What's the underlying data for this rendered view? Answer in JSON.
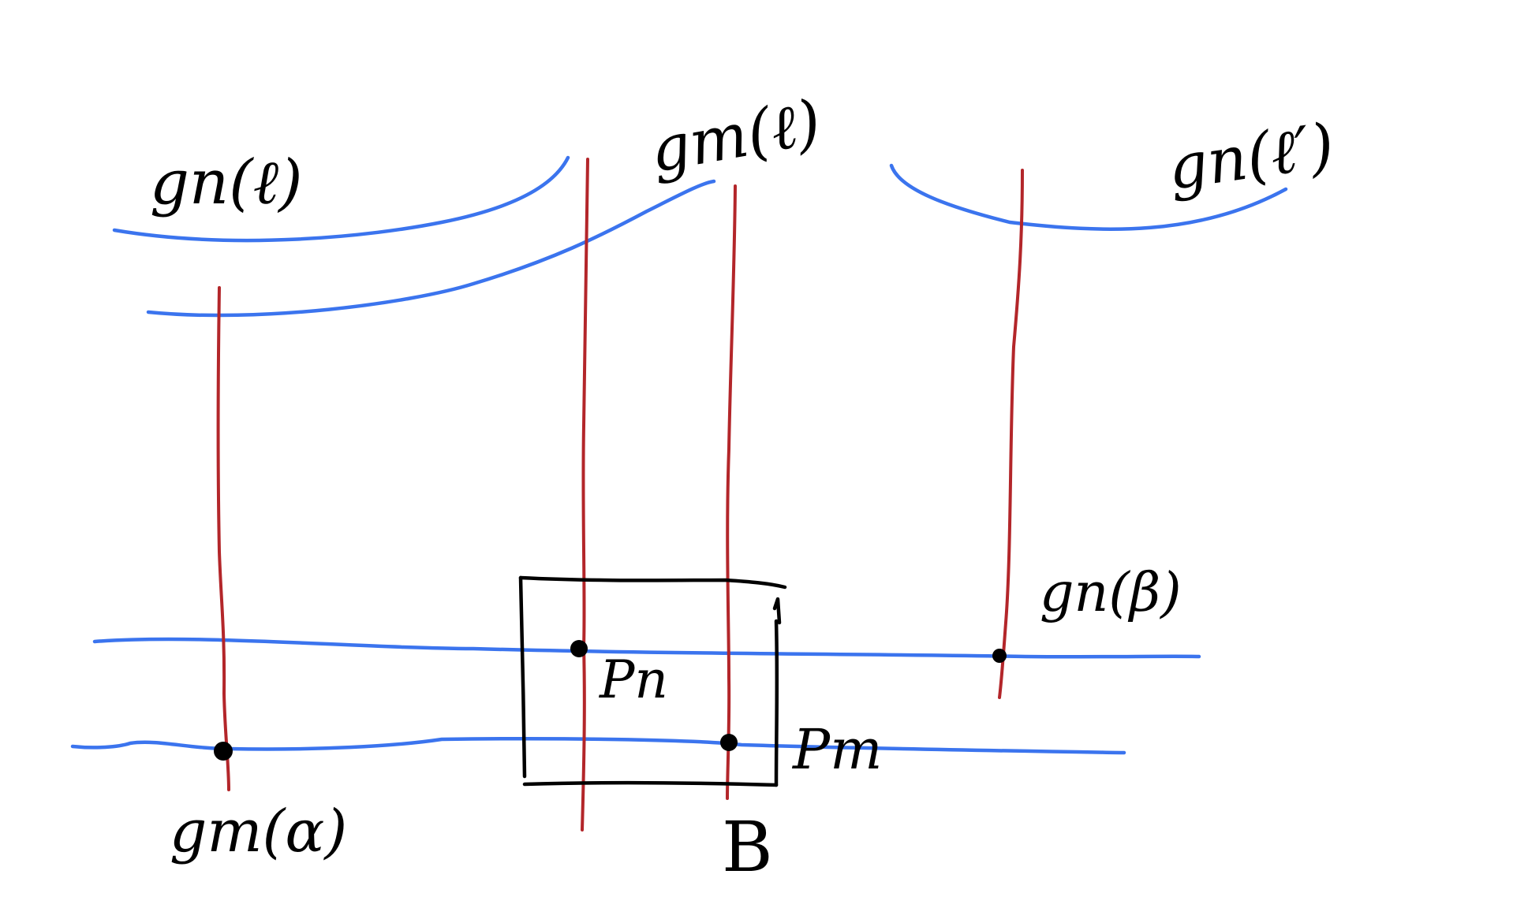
{
  "colors": {
    "blue": "#3b74ee",
    "red": "#b3262a",
    "ink": "#000000"
  },
  "labels": {
    "gn_l": "gn(ℓ)",
    "gm_l": "gm(ℓ)",
    "gn_lprime": "gn(ℓ′)",
    "gn_beta": "gn(β)",
    "gm_alpha": "gm(α)",
    "pn": "Pn",
    "pm": "Pm",
    "box": "B"
  }
}
